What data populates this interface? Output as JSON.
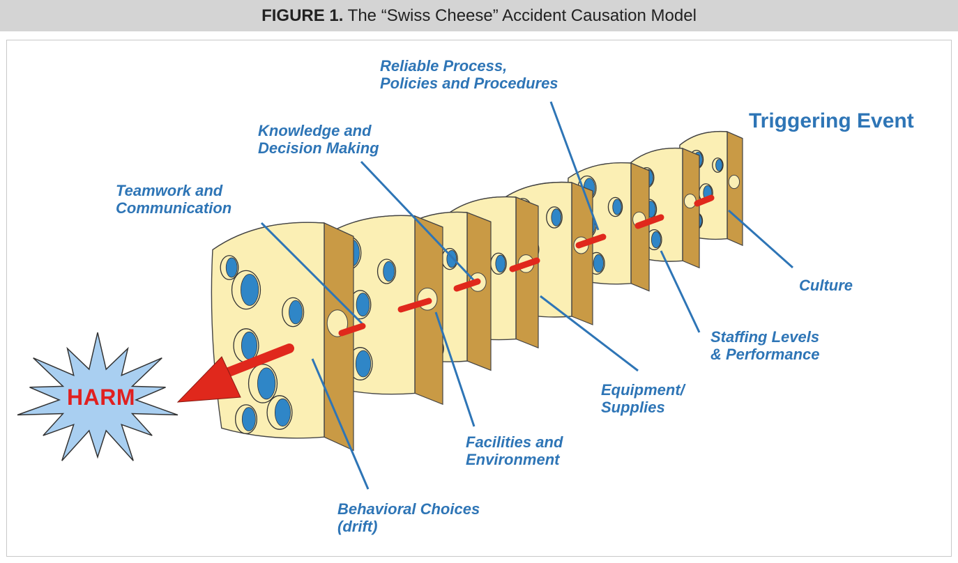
{
  "figure": {
    "number_label": "FIGURE 1.",
    "title": "The “Swiss Cheese” Accident Causation Model"
  },
  "labels": {
    "trigger": "Triggering Event",
    "harm": "HARM",
    "reliable": "Reliable Process,\nPolicies and Procedures",
    "knowledge": "Knowledge and\nDecision Making",
    "teamwork": "Teamwork and\nCommunication",
    "culture": "Culture",
    "staffing": "Staffing Levels\n& Performance",
    "equipment": "Equipment/\nSupplies",
    "facilities": "Facilities and\nEnvironment",
    "behavioral": "Behavioral Choices\n(drift)"
  },
  "colors": {
    "label_blue": "#2e75b6",
    "cheese_face": "#fbefb4",
    "cheese_side": "#c99a45",
    "hole_blue": "#2f86c7",
    "arrow_red": "#e0281c",
    "burst_fill": "#a9cff1"
  },
  "icons": {
    "slice": "swiss-cheese-slice",
    "arrow": "red-arrow",
    "burst": "starburst"
  }
}
